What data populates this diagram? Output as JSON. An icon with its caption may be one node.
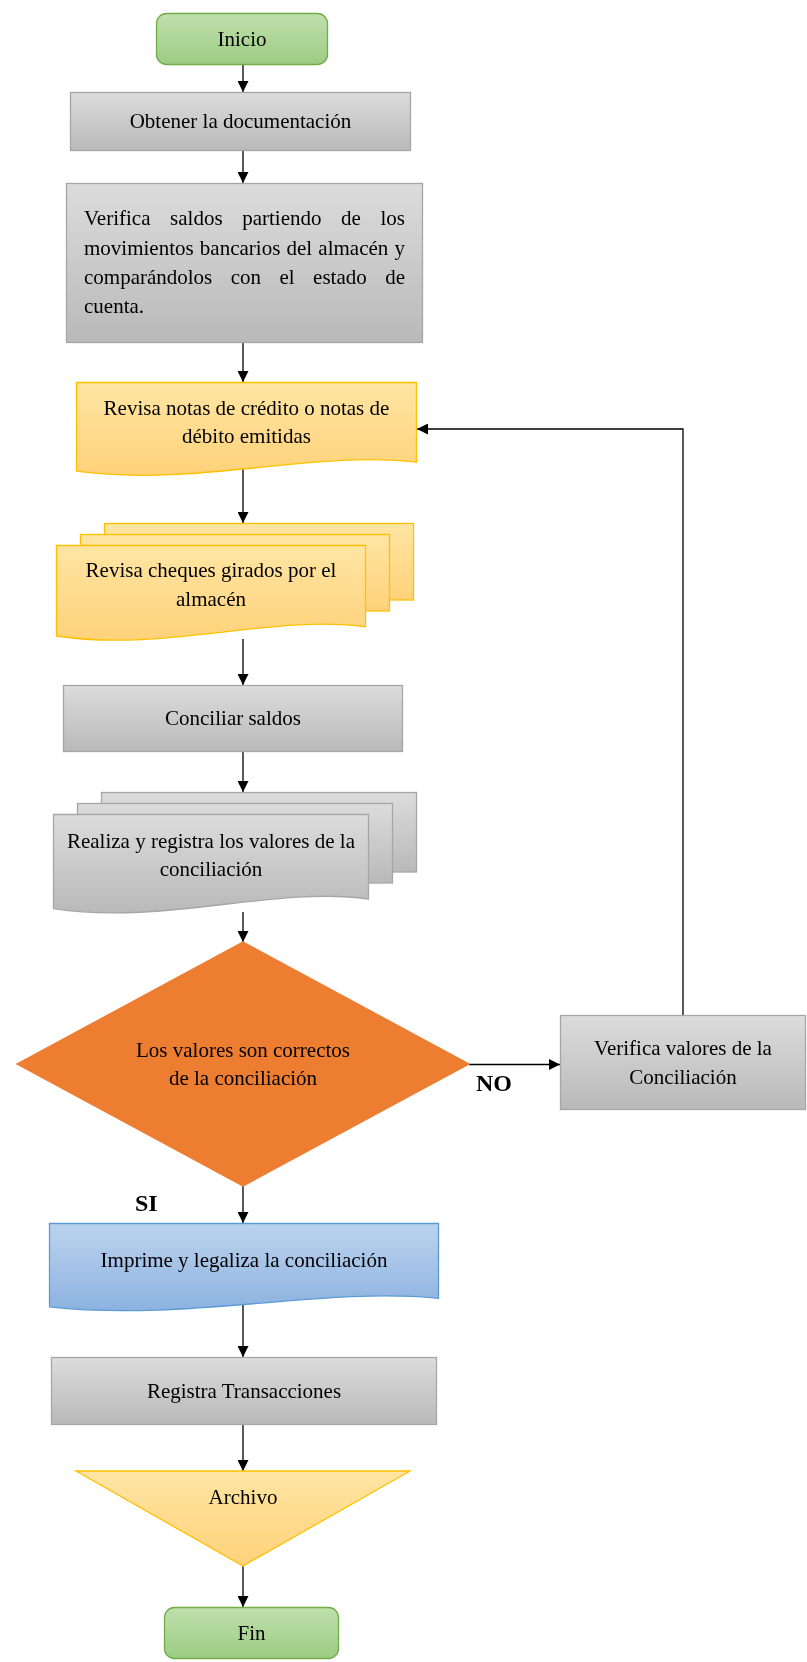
{
  "diagram": {
    "nodes": [
      {
        "text": [
          "Inicio"
        ]
      },
      {
        "text": [
          "Obtener la documentación"
        ]
      },
      {
        "text": [
          "Verifica saldos partiendo de los movimientos bancarios del almacén y comparándolos con el estado de cuenta."
        ]
      },
      {
        "text": [
          "Revisa notas de crédito o notas de débito emitidas"
        ]
      },
      {
        "text": [
          "Revisa cheques girados por el almacén"
        ]
      },
      {
        "text": [
          "Conciliar saldos"
        ]
      },
      {
        "text": [
          "Realiza y registra los valores de la conciliación"
        ]
      },
      {
        "text": [
          "Los valores son correctos de la conciliación"
        ]
      },
      {
        "text": [
          "Verifica valores de la Conciliación"
        ]
      },
      {
        "text": [
          "Imprime y legaliza la conciliación"
        ]
      },
      {
        "text": [
          "Registra Transacciones"
        ]
      },
      {
        "text": [
          "Archivo"
        ]
      },
      {
        "text": [
          "Fin"
        ]
      }
    ],
    "edges": [
      {
        "from": 0,
        "to": 1,
        "arrow": "to"
      },
      {
        "from": 1,
        "to": 2,
        "arrow": "to"
      },
      {
        "from": 2,
        "to": 3,
        "arrow": "to"
      },
      {
        "from": 3,
        "to": 4,
        "arrow": "to"
      },
      {
        "from": 4,
        "to": 5,
        "arrow": "to"
      },
      {
        "from": 5,
        "to": 6,
        "arrow": "to"
      },
      {
        "from": 6,
        "to": 7,
        "arrow": "to"
      },
      {
        "from": 7,
        "to": 8,
        "arrow": "to",
        "label": "NO"
      },
      {
        "from": 8,
        "to": 3,
        "arrow": "to"
      },
      {
        "from": 7,
        "to": 9,
        "arrow": "to",
        "label": "SI"
      },
      {
        "from": 9,
        "to": 10,
        "arrow": "to"
      },
      {
        "from": 10,
        "to": 11,
        "arrow": "to"
      },
      {
        "from": 11,
        "to": 12,
        "arrow": "to"
      }
    ]
  }
}
